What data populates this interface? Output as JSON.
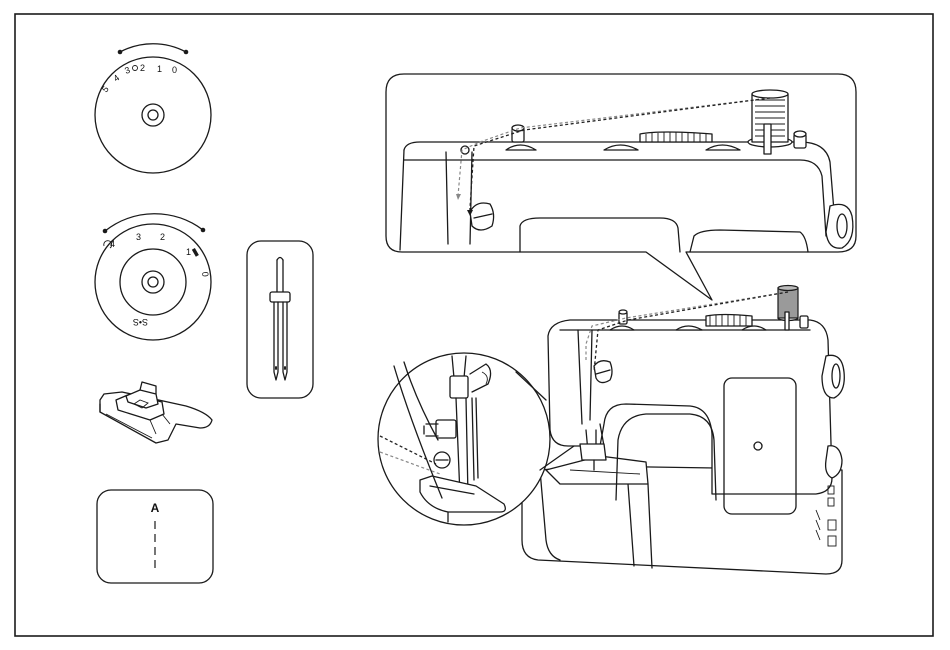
{
  "dial_stitch_length": {
    "numbers": [
      "5",
      "4",
      "3",
      "2",
      "1",
      "0"
    ]
  },
  "dial_stitch_width": {
    "numbers": [
      "4",
      "3",
      "2",
      "1",
      "0"
    ],
    "bottom_label": "S•S"
  },
  "pattern_panel": {
    "letter": "A"
  },
  "colors": {
    "line": "#1a1a1a",
    "spool_gray": "#9a9a9a",
    "thread_gray": "#888888",
    "background": "#ffffff"
  }
}
